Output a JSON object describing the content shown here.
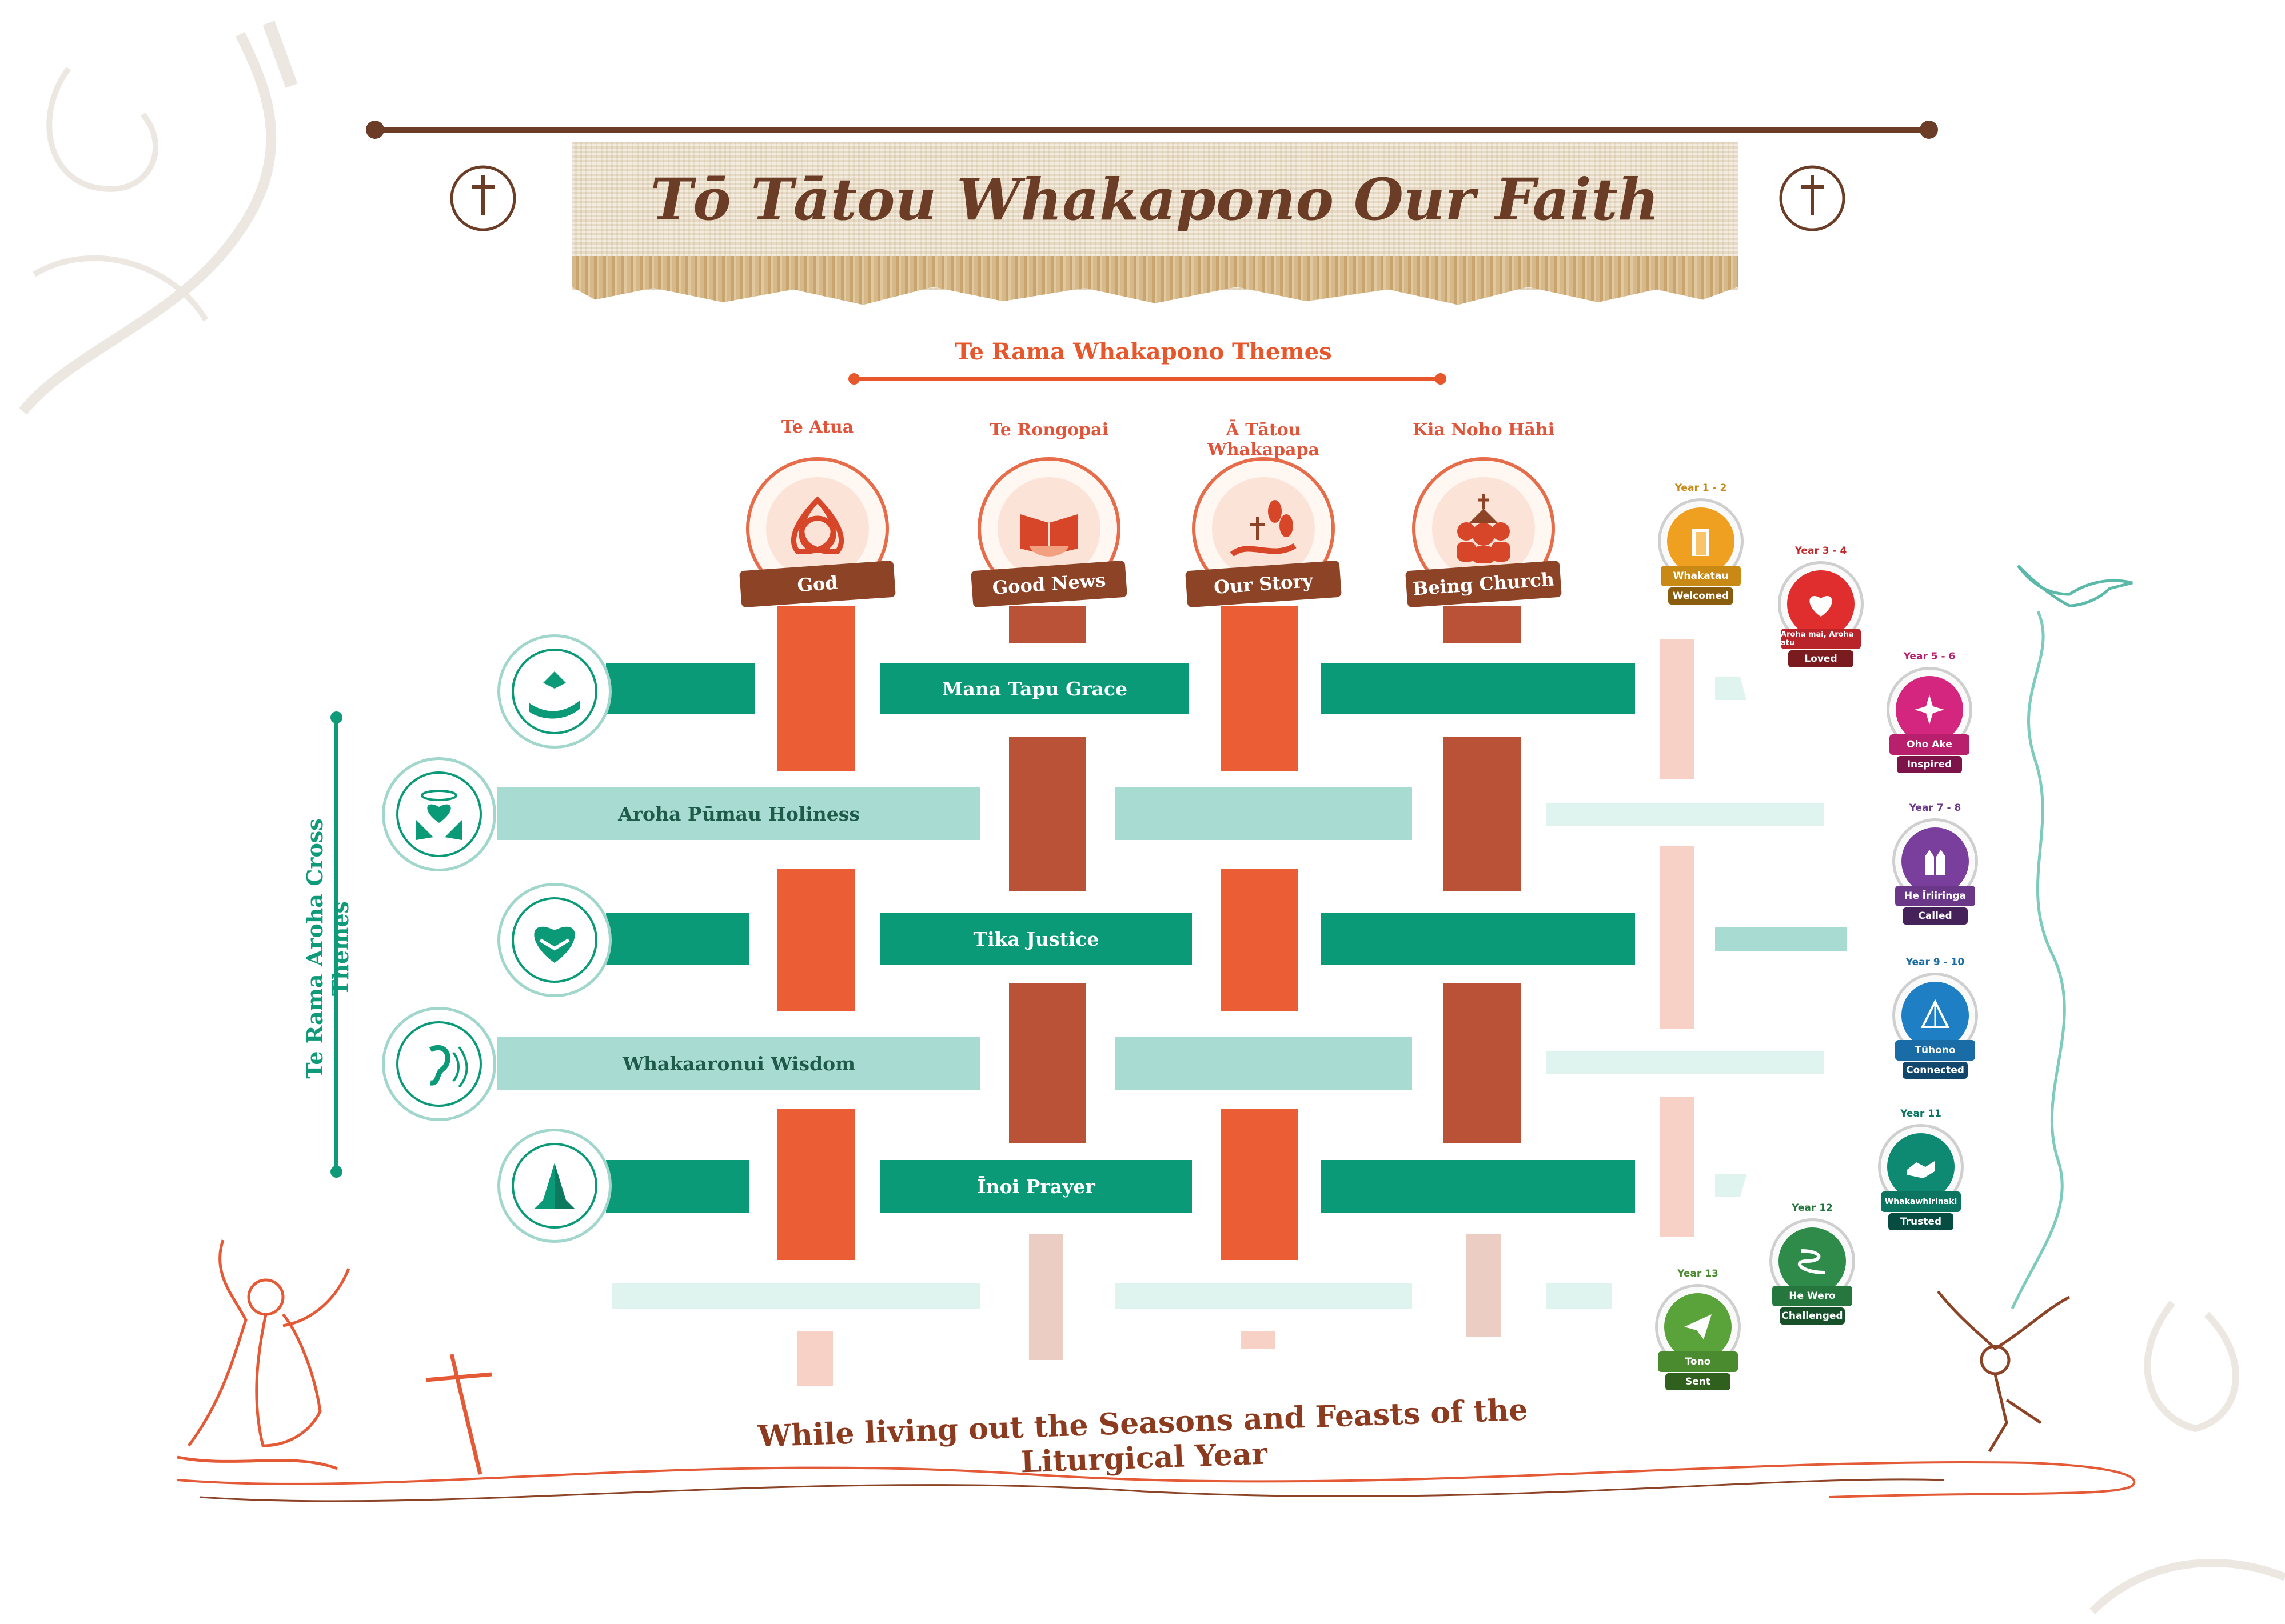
{
  "title": "Tō Tātou Whakapono Our Faith",
  "themes_heading": "Te Rama Whakapono  Themes",
  "cross_heading": "Te Rama Aroha  Cross Themes",
  "footer": "While living out the Seasons and Feasts of the Liturgical Year",
  "themes": [
    {
      "maori": "Te Atua",
      "english": "God",
      "icon": "trinity-knot-icon"
    },
    {
      "maori": "Te Rongopai",
      "english": "Good News",
      "icon": "open-bible-icon"
    },
    {
      "maori": "Ā Tātou Whakapapa",
      "english": "Our Story",
      "icon": "footprints-cross-icon"
    },
    {
      "maori": "Kia Noho Hāhi",
      "english": "Being Church",
      "icon": "church-people-icon"
    }
  ],
  "cross_themes": [
    {
      "label": "Mana Tapu  Grace",
      "icon": "dove-hand-icon"
    },
    {
      "label": "Aroha Pūmau  Holiness",
      "icon": "heart-hands-icon"
    },
    {
      "label": "Tika  Justice",
      "icon": "heart-handshake-icon"
    },
    {
      "label": "Whakaaronui  Wisdom",
      "icon": "ear-sound-icon"
    },
    {
      "label": "Īnoi  Prayer",
      "icon": "praying-hands-icon"
    }
  ],
  "years": [
    {
      "year": "Year 1 - 2",
      "maori": "Whakatau",
      "english": "Welcomed",
      "color": "#f0a020",
      "icon": "door-icon"
    },
    {
      "year": "Year 3 - 4",
      "maori": "Aroha mai, Aroha atu",
      "english": "Loved",
      "color": "#e02d2d",
      "icon": "heart-icon"
    },
    {
      "year": "Year 5 - 6",
      "maori": "Oho Ake",
      "english": "Inspired",
      "color": "#d4267e",
      "icon": "sparkle-icon"
    },
    {
      "year": "Year 7 - 8",
      "maori": "He Īriiringa",
      "english": "Called",
      "color": "#7a3e9d",
      "icon": "raised-hands-icon"
    },
    {
      "year": "Year 9 - 10",
      "maori": "Tūhono",
      "english": "Connected",
      "color": "#1f7fc4",
      "icon": "network-icon"
    },
    {
      "year": "Year 11",
      "maori": "Whakawhirinaki",
      "english": "Trusted",
      "color": "#0f8a72",
      "icon": "handshake-icon"
    },
    {
      "year": "Year 12",
      "maori": "He Wero",
      "english": "Challenged",
      "color": "#2e8b4a",
      "icon": "path-icon"
    },
    {
      "year": "Year 13",
      "maori": "Tono",
      "english": "Sent",
      "color": "#5aa23a",
      "icon": "paper-plane-icon"
    }
  ]
}
